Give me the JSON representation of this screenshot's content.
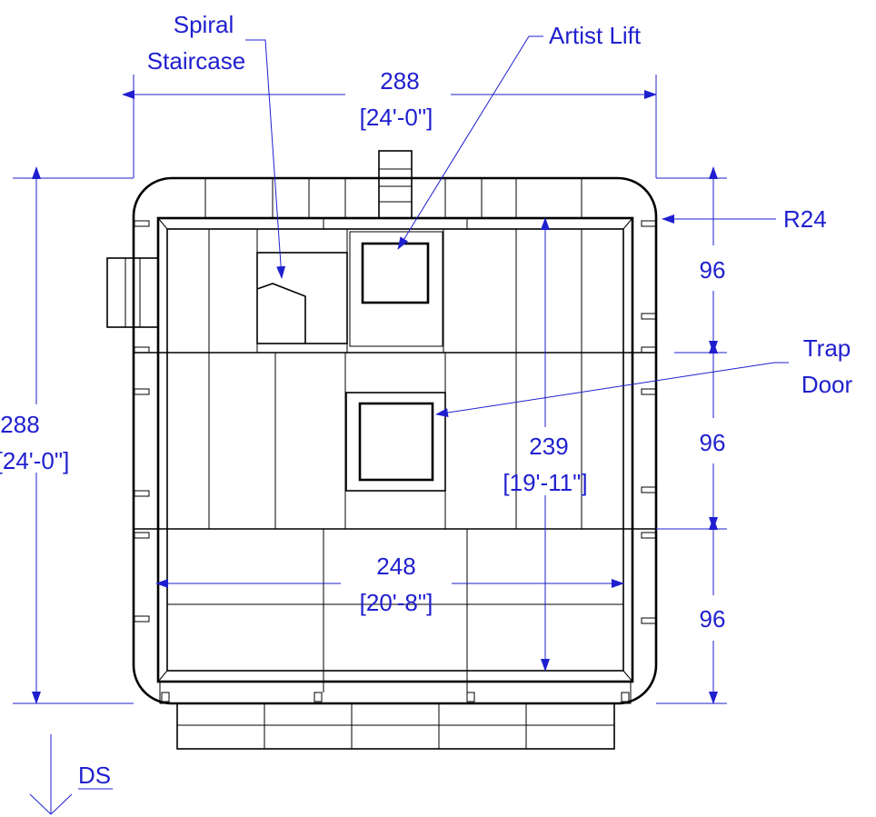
{
  "labels": {
    "spiral_staircase_1": "Spiral",
    "spiral_staircase_2": "Staircase",
    "artist_lift": "Artist Lift",
    "trap_door_1": "Trap",
    "trap_door_2": "Door",
    "radius": "R24",
    "downstage": "DS"
  },
  "dimensions": {
    "top_width": "288",
    "top_width_ft": "[24'-0\"]",
    "left_height": "288",
    "left_height_ft": "[24'-0\"]",
    "inner_height": "239",
    "inner_height_ft": "[19'-11\"]",
    "inner_width": "248",
    "inner_width_ft": "[20'-8\"]",
    "seg_upper": "96",
    "seg_middle": "96",
    "seg_lower": "96"
  },
  "colors": {
    "annotation": "#1f1fcf",
    "linework": "#000000"
  }
}
